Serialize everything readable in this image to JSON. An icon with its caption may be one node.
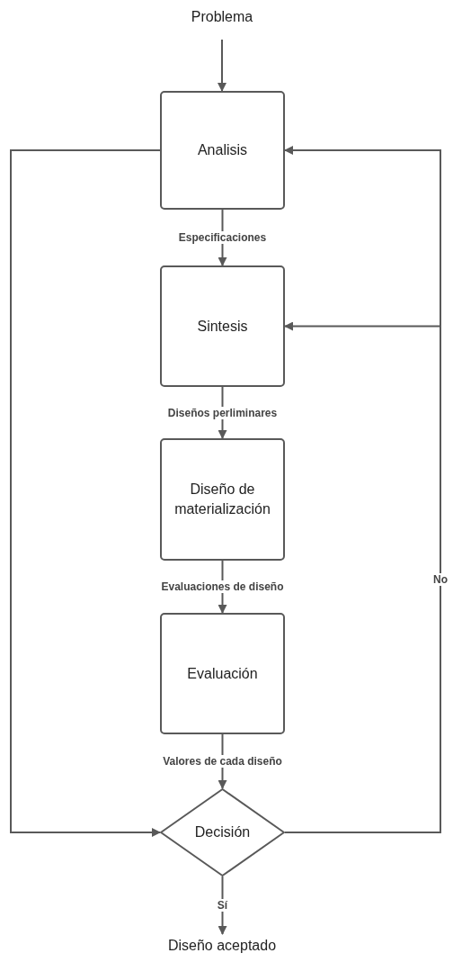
{
  "diagram": {
    "nodes": [
      {
        "text": [
          "Problema"
        ]
      },
      {
        "text": [
          "Analisis"
        ]
      },
      {
        "text": [
          "Sintesis"
        ]
      },
      {
        "text": [
          "Diseño de materialización"
        ]
      },
      {
        "text": [
          "Evaluación"
        ]
      },
      {
        "text": [
          "Decisión"
        ]
      },
      {
        "text": [
          "Diseño aceptado"
        ]
      }
    ],
    "edges": [
      {
        "from": 0,
        "to": 1,
        "arrow": "to"
      },
      {
        "from": 1,
        "to": 2,
        "arrow": "to",
        "label": "Especificaciones"
      },
      {
        "from": 2,
        "to": 3,
        "arrow": "to",
        "label": "Diseños perliminares"
      },
      {
        "from": 3,
        "to": 4,
        "arrow": "to",
        "label": "Evaluaciones de diseño"
      },
      {
        "from": 4,
        "to": 5,
        "arrow": "to",
        "label": "Valores de cada diseño"
      },
      {
        "from": 5,
        "to": 6,
        "arrow": "to",
        "label": "Sí"
      },
      {
        "from": 1,
        "to": 5,
        "arrow": "to"
      },
      {
        "from": 5,
        "to": 1,
        "arrow": "to"
      },
      {
        "from": 5,
        "to": 2,
        "arrow": "to",
        "label": "No"
      }
    ]
  }
}
